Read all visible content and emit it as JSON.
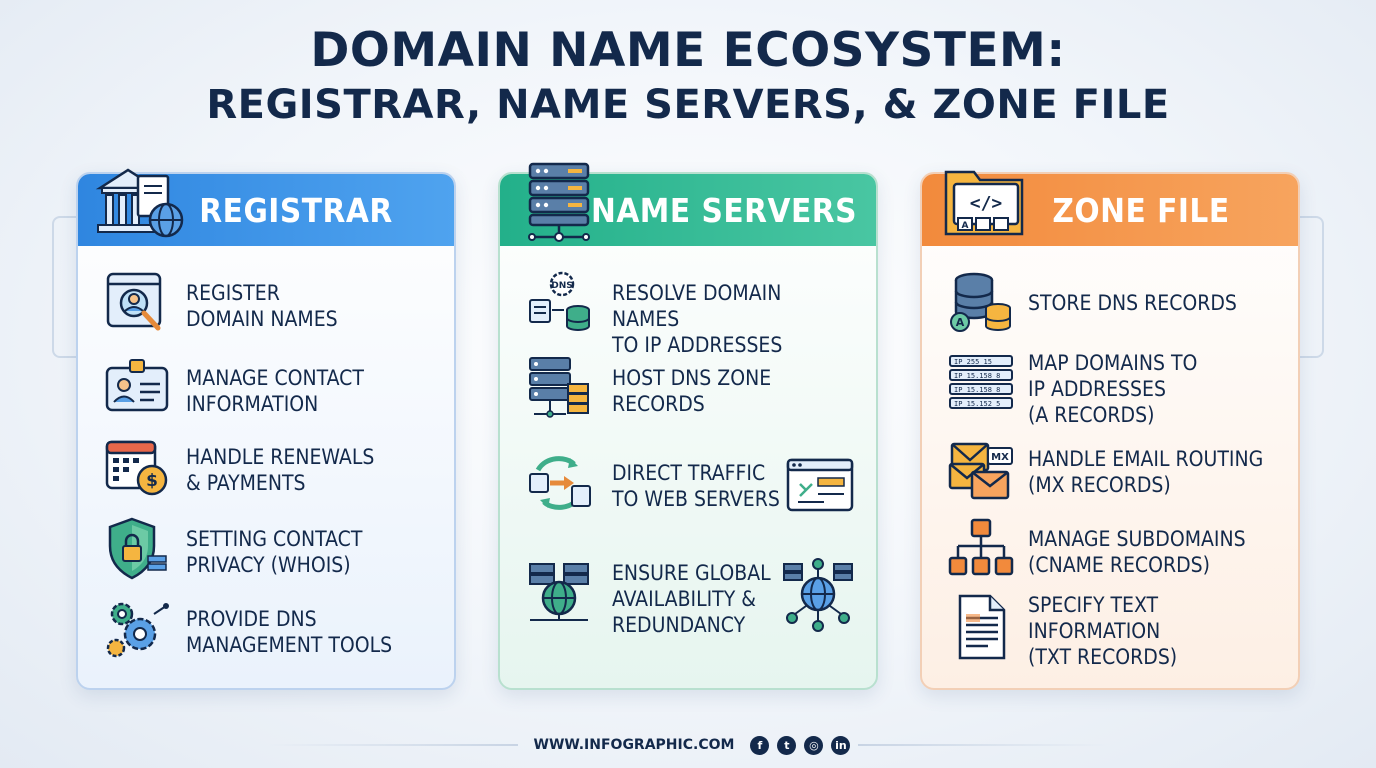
{
  "title": {
    "line1": "DOMAIN NAME ECOSYSTEM:",
    "line2": "REGISTRAR, NAME SERVERS, & ZONE FILE"
  },
  "colors": {
    "navy": "#13294b",
    "registrar": "#2f86e0",
    "name_servers": "#23b08a",
    "zone_file": "#f28a3c"
  },
  "registrar": {
    "title": "REGISTRAR",
    "icon": "bank-document-globe-icon",
    "items": [
      {
        "text": "REGISTER\nDOMAIN NAMES",
        "icon": "browser-user-search-icon"
      },
      {
        "text": "MANAGE CONTACT\nINFORMATION",
        "icon": "id-card-icon"
      },
      {
        "text": "HANDLE RENEWALS\n& PAYMENTS",
        "icon": "calendar-dollar-icon"
      },
      {
        "text": "SETTING CONTACT\nPRIVACY (WHOIS)",
        "icon": "shield-lock-icon"
      },
      {
        "text": "PROVIDE DNS\nMANAGEMENT TOOLS",
        "icon": "gears-icon"
      }
    ]
  },
  "name_servers": {
    "title": "NAME SERVERS",
    "icon": "server-stack-icon",
    "items": [
      {
        "text": "RESOLVE DOMAIN NAMES\nTO IP ADDRESSES",
        "icon": "dns-resolve-icon",
        "badge": "DNS"
      },
      {
        "text": "HOST DNS ZONE\nRECORDS",
        "icon": "server-host-icon"
      },
      {
        "text": "DIRECT TRAFFIC\nTO WEB SERVERS",
        "icon": "traffic-arrows-icon",
        "side_icon": "web-browser-icon"
      },
      {
        "text": "ENSURE GLOBAL\nAVAILABILITY &\nREDUNDANCY",
        "icon": "global-servers-icon",
        "side_icon": "globe-network-icon"
      }
    ]
  },
  "zone_file": {
    "title": "ZONE FILE",
    "icon": "code-folder-icon",
    "items": [
      {
        "text": "STORE DNS RECORDS",
        "icon": "database-icon"
      },
      {
        "text": "MAP DOMAINS TO\nIP ADDRESSES\n(A RECORDS)",
        "icon": "ip-list-icon"
      },
      {
        "text": "HANDLE EMAIL ROUTING\n(MX RECORDS)",
        "icon": "mail-mx-icon",
        "badge": "MX"
      },
      {
        "text": "MANAGE SUBDOMAINS\n(CNAME RECORDS)",
        "icon": "hierarchy-icon"
      },
      {
        "text": "SPECIFY TEXT INFORMATION\n(TXT RECORDS)",
        "icon": "text-document-icon"
      }
    ]
  },
  "footer": {
    "url": "WWW.INFOGRAPHIC.COM",
    "social": [
      {
        "icon": "facebook-icon",
        "glyph": "f"
      },
      {
        "icon": "twitter-icon",
        "glyph": "t"
      },
      {
        "icon": "instagram-icon",
        "glyph": "◎"
      },
      {
        "icon": "linkedin-icon",
        "glyph": "in"
      }
    ]
  }
}
